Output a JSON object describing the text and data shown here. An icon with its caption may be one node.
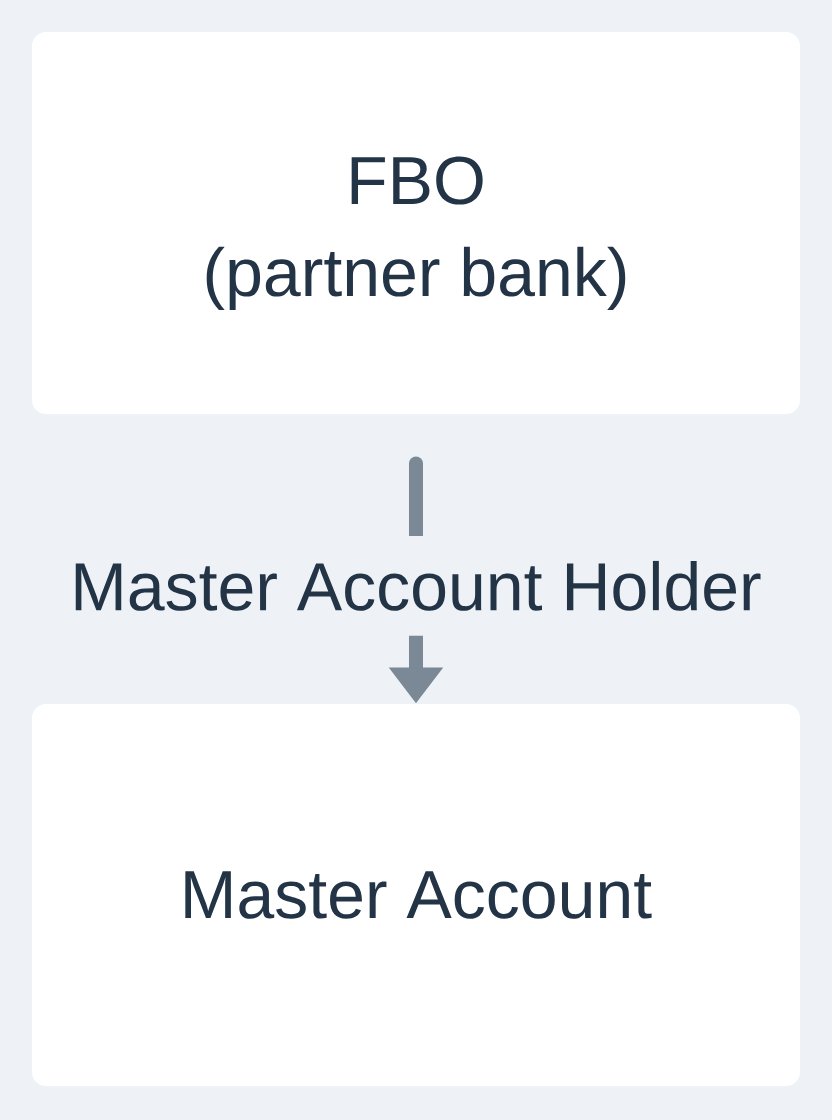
{
  "diagram": {
    "nodes": [
      {
        "text": [
          "FBO",
          "(partner bank)"
        ]
      },
      {
        "text": [
          "Master Account"
        ]
      }
    ],
    "edges": [
      {
        "from": 0,
        "to": 1,
        "arrow": "to",
        "label": "Master Account Holder"
      }
    ]
  }
}
